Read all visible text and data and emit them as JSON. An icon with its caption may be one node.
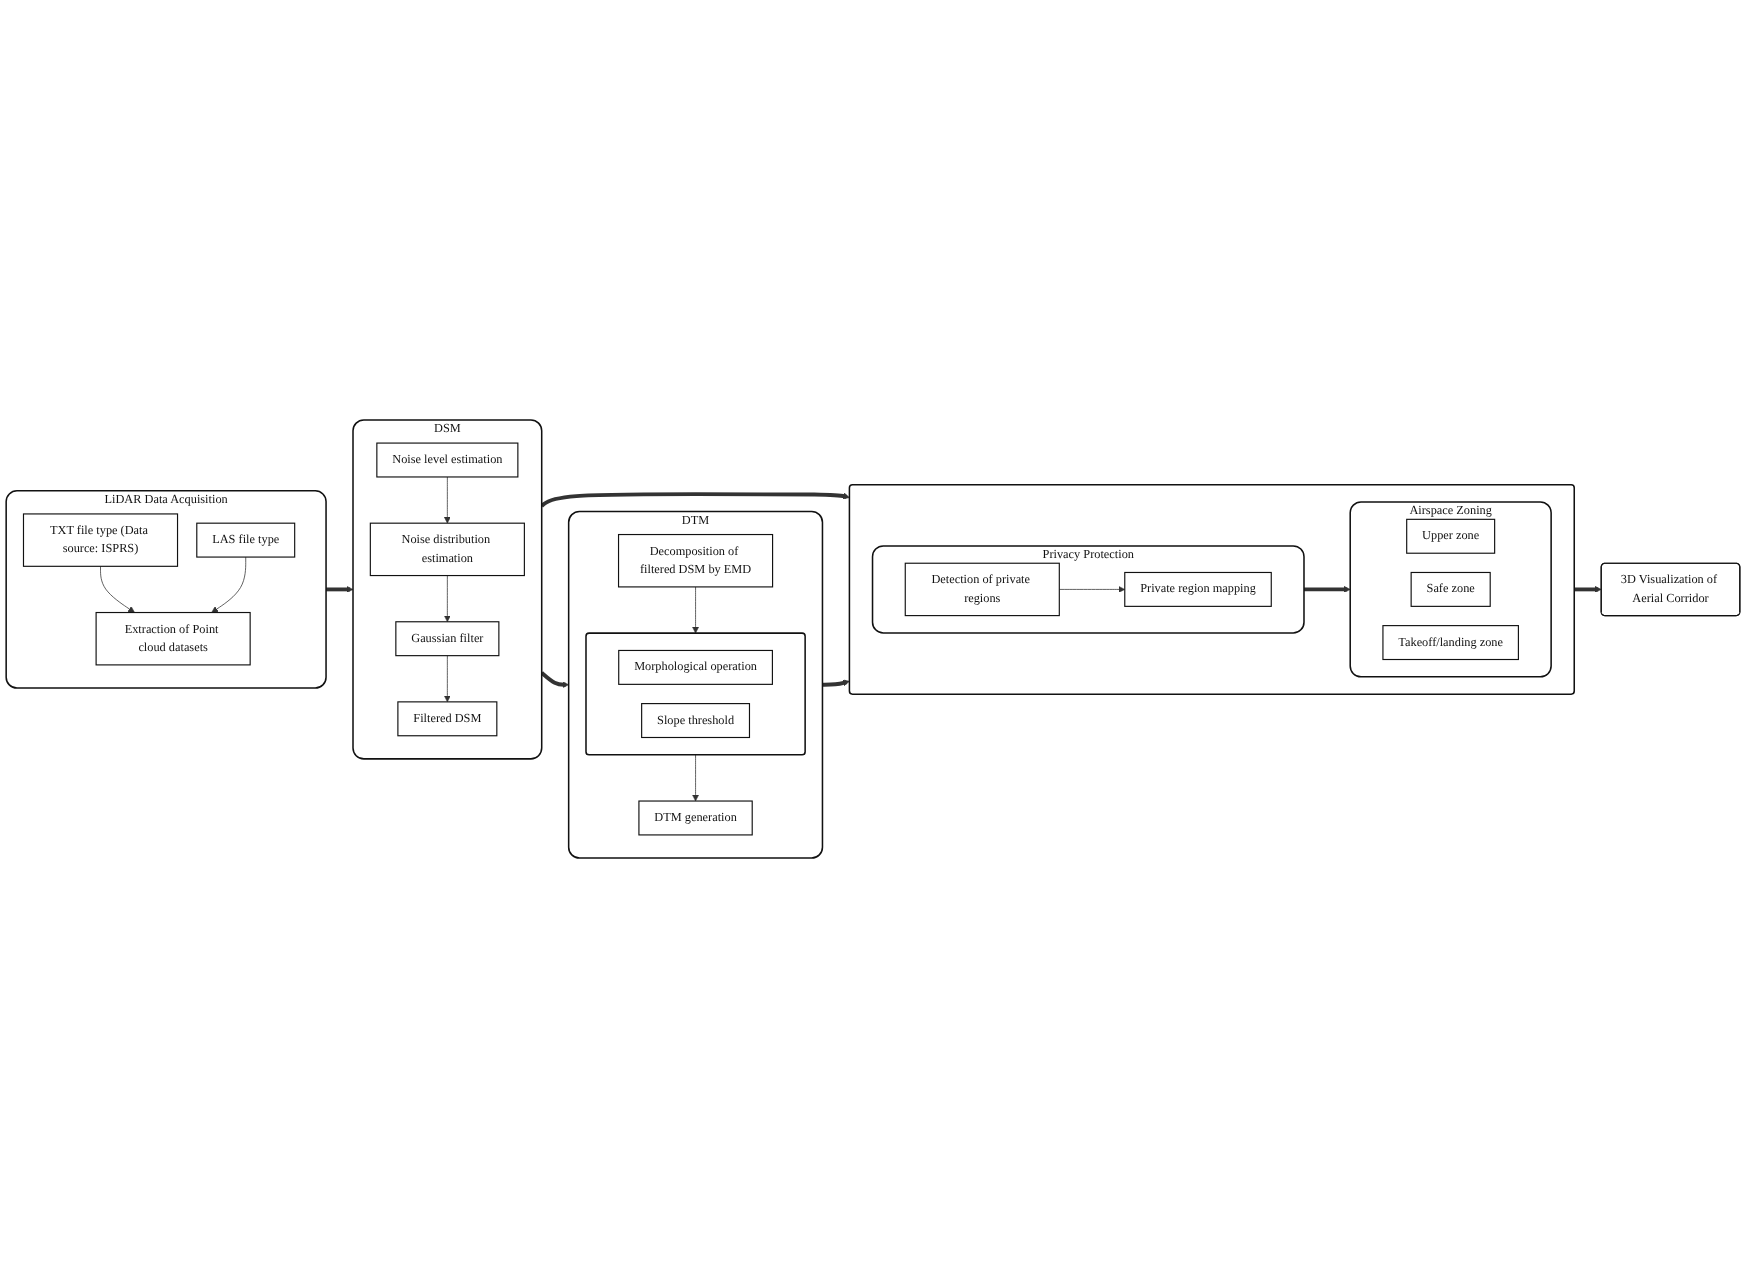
{
  "diagram": {
    "nodes": [
      {
        "text": [
          "LiDAR Data Acquisition"
        ]
      },
      {
        "text": [
          "TXT file type (Data source: ISPRS)"
        ],
        "in": 0
      },
      {
        "text": [
          "Extraction of Point cloud datasets"
        ],
        "in": 0
      },
      {
        "text": [
          "LAS file type"
        ],
        "in": 0
      },
      {
        "text": [
          "DSM"
        ]
      },
      {
        "text": [
          "Noise level estimation"
        ],
        "in": 4
      },
      {
        "text": [
          "Noise distribution estimation"
        ],
        "in": 4
      },
      {
        "text": [
          "Gaussian filter"
        ],
        "in": 4
      },
      {
        "text": [
          "Filtered DSM"
        ],
        "in": 4
      },
      {
        "text": [
          "DTM"
        ]
      },
      {
        "text": [
          "Decomposition of filtered DSM by EMD"
        ],
        "in": 9
      },
      {
        "text": [],
        "shape": "box",
        "in": 9
      },
      {
        "text": [
          "Morphological operation"
        ],
        "in": 11
      },
      {
        "text": [
          "Slope threshold"
        ],
        "in": 11
      },
      {
        "text": [
          "DTM generation"
        ],
        "in": 9
      },
      {
        "text": [],
        "shape": "box"
      },
      {
        "text": [
          "Privacy Protection"
        ],
        "in": 15
      },
      {
        "text": [
          "Detection of private regions"
        ],
        "in": 16
      },
      {
        "text": [
          "Private region mapping"
        ],
        "in": 16
      },
      {
        "text": [
          "Airspace Zoning"
        ],
        "in": 15
      },
      {
        "text": [
          "Upper zone"
        ],
        "in": 19
      },
      {
        "text": [
          "Safe zone"
        ],
        "in": 19
      },
      {
        "text": [
          "Takeoff/landing zone"
        ],
        "in": 19
      },
      {
        "text": [
          "3D Visualization of Aerial Corridor"
        ]
      }
    ],
    "edges": [
      {
        "from": 1,
        "to": 2,
        "arrow": "to"
      },
      {
        "from": 3,
        "to": 2,
        "arrow": "to"
      },
      {
        "from": 0,
        "to": 4,
        "arrow": "to",
        "style": "thick"
      },
      {
        "from": 5,
        "to": 6,
        "arrow": "to"
      },
      {
        "from": 6,
        "to": 7,
        "arrow": "to"
      },
      {
        "from": 7,
        "to": 8,
        "arrow": "to"
      },
      {
        "from": 4,
        "to": 9,
        "arrow": "to",
        "style": "thick"
      },
      {
        "from": 10,
        "to": 11,
        "arrow": "to"
      },
      {
        "from": 11,
        "to": 14,
        "arrow": "to"
      },
      {
        "from": 4,
        "to": 15,
        "arrow": "to",
        "style": "thick"
      },
      {
        "from": 9,
        "to": 15,
        "arrow": "to",
        "style": "thick"
      },
      {
        "from": 17,
        "to": 18,
        "arrow": "to"
      },
      {
        "from": 16,
        "to": 19,
        "arrow": "to",
        "style": "thick"
      },
      {
        "from": 15,
        "to": 23,
        "arrow": "to",
        "style": "thick"
      }
    ]
  }
}
